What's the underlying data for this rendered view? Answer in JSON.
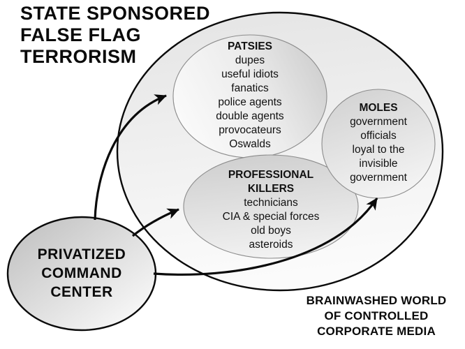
{
  "title": {
    "lines": [
      "STATE SPONSORED",
      "FALSE FLAG",
      "TERRORISM"
    ]
  },
  "outer_world": {
    "label_lines": [
      "BRAINWASHED WORLD",
      "OF CONTROLLED",
      "CORPORATE MEDIA"
    ]
  },
  "bubbles": {
    "patsies": {
      "heading": "PATSIES",
      "items": [
        "dupes",
        "useful idiots",
        "fanatics",
        "police agents",
        "double agents",
        "provocateurs",
        "Oswalds"
      ]
    },
    "moles": {
      "heading": "MOLES",
      "lines": [
        "government",
        "officials",
        "loyal to the",
        "invisible",
        "government"
      ]
    },
    "professional_killers": {
      "heading_lines": [
        "PROFESSIONAL",
        "KILLERS"
      ],
      "items": [
        "technicians",
        "CIA & special forces",
        "old boys",
        "asteroids"
      ]
    },
    "command_center": {
      "lines": [
        "PRIVATIZED",
        "COMMAND",
        "CENTER"
      ]
    }
  },
  "colors": {
    "outline": "#000000",
    "inner_outline": "#8c8c8c",
    "bubble_gray_dark": "#c9c9c9",
    "bubble_gray_light": "#fafafa",
    "background": "#ffffff",
    "text": "#000000"
  }
}
